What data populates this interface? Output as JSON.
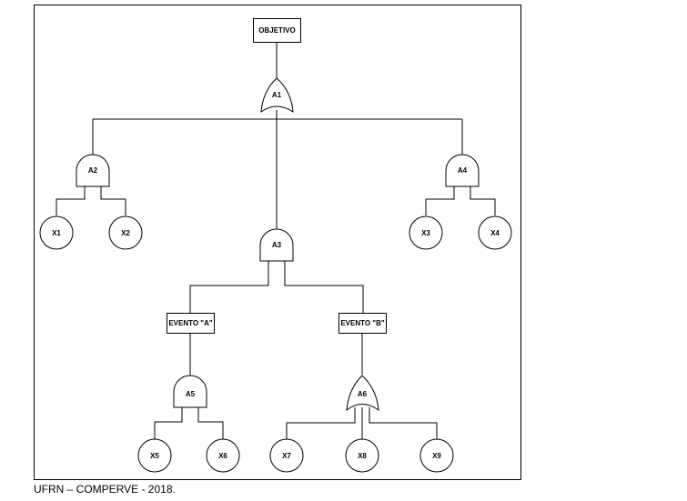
{
  "caption": "UFRN – COMPERVE - 2018.",
  "diagram": {
    "top_event": "OBJETIVO",
    "gates": [
      {
        "id": "A1",
        "type": "OR"
      },
      {
        "id": "A2",
        "type": "AND"
      },
      {
        "id": "A3",
        "type": "AND"
      },
      {
        "id": "A4",
        "type": "AND"
      },
      {
        "id": "A5",
        "type": "AND"
      },
      {
        "id": "A6",
        "type": "OR"
      }
    ],
    "intermediate_events": [
      "EVENTO \"A\"",
      "EVENTO \"B\""
    ],
    "basic_events": [
      "X1",
      "X2",
      "X3",
      "X4",
      "X5",
      "X6",
      "X7",
      "X8",
      "X9"
    ]
  }
}
